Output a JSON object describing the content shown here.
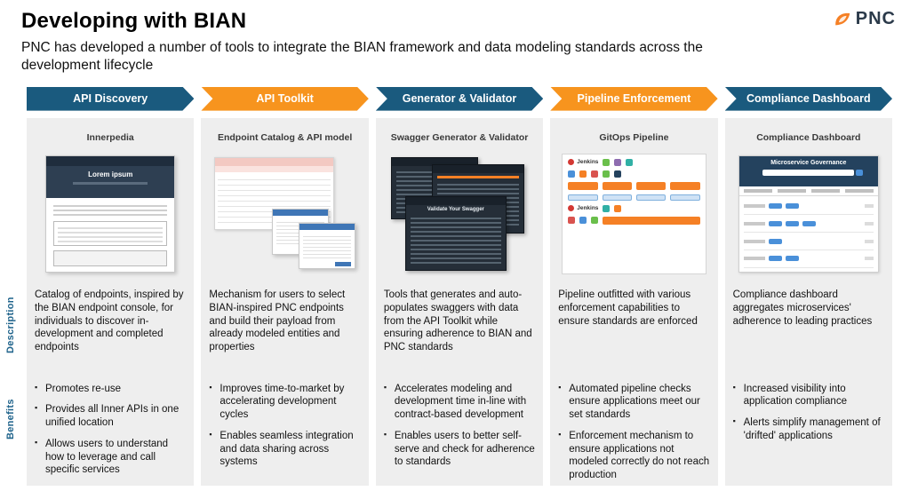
{
  "header": {
    "title": "Developing with BIAN",
    "subtitle": "PNC has developed a number of tools to integrate the BIAN framework and data modeling standards across the development lifecycle",
    "logo_text": "PNC"
  },
  "palette": {
    "blue": "#1A5A7E",
    "orange": "#F7941E",
    "logo_orange": "#F58025",
    "logo_navy": "#2B3A4A",
    "row_label_blue": "#20648C"
  },
  "row_labels": {
    "description": "Description",
    "benefits": "Benefits"
  },
  "stages": [
    {
      "label": "API Discovery",
      "accent": "#1A5A7E",
      "card_title": "Innerpedia",
      "shot_text": "Lorem ipsum",
      "description": "Catalog of endpoints, inspired by the BIAN endpoint console, for individuals to discover in-development and completed endpoints",
      "benefits": [
        "Promotes re-use",
        "Provides all Inner APIs in one unified location",
        "Allows users to understand how to leverage and call specific services"
      ]
    },
    {
      "label": "API Toolkit",
      "accent": "#F7941E",
      "card_title": "Endpoint Catalog & API model",
      "description": "Mechanism for users to select BIAN-inspired PNC endpoints and build their payload from already modeled entities and properties",
      "benefits": [
        "Improves time-to-market by accelerating development cycles",
        "Enables seamless integration and data sharing across systems"
      ]
    },
    {
      "label": "Generator & Validator",
      "accent": "#1A5A7E",
      "card_title": "Swagger Generator & Validator",
      "shot_text": "Validate Your Swagger",
      "description": "Tools that generates and auto-populates swaggers with data from the API Toolkit while ensuring adherence to BIAN and PNC standards",
      "benefits": [
        "Accelerates modeling and development time in-line with contract-based development",
        "Enables users to better self-serve and check for adherence to standards"
      ]
    },
    {
      "label": "Pipeline Enforcement",
      "accent": "#F7941E",
      "card_title": "GitOps Pipeline",
      "shot_text": "Jenkins",
      "description": "Pipeline outfitted with various enforcement capabilities to ensure standards are enforced",
      "benefits": [
        "Automated pipeline checks ensure applications meet our set standards",
        "Enforcement mechanism to ensure applications not modeled correctly do not reach production"
      ]
    },
    {
      "label": "Compliance Dashboard",
      "accent": "#1A5A7E",
      "card_title": "Compliance Dashboard",
      "shot_text": "Microservice Governance",
      "description": "Compliance dashboard aggregates microservices' adherence to leading practices",
      "benefits": [
        "Increased visibility into application compliance",
        "Alerts simplify management of 'drifted' applications"
      ]
    }
  ]
}
